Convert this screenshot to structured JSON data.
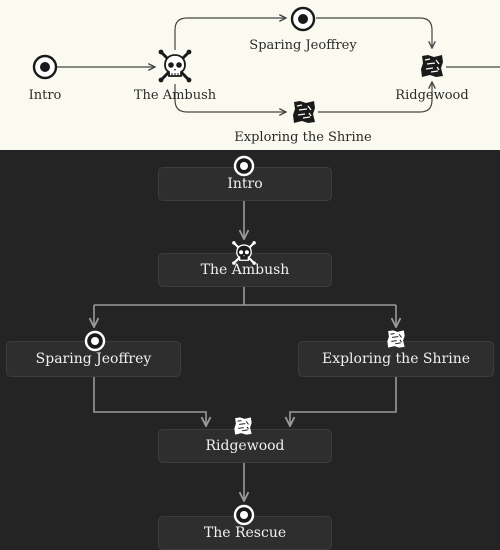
{
  "top_flow": {
    "nodes": {
      "intro": {
        "label": "Intro",
        "icon": "target-icon"
      },
      "ambush": {
        "label": "The Ambush",
        "icon": "skull-crossbones-icon"
      },
      "sparing": {
        "label": "Sparing Jeoffrey",
        "icon": "target-icon"
      },
      "shrine": {
        "label": "Exploring the Shrine",
        "icon": "map-icon"
      },
      "ridgewood": {
        "label": "Ridgewood",
        "icon": "map-icon"
      }
    }
  },
  "bottom_flow": {
    "nodes": {
      "intro": {
        "label": "Intro",
        "icon": "target-icon"
      },
      "ambush": {
        "label": "The Ambush",
        "icon": "skull-crossbones-icon"
      },
      "sparing": {
        "label": "Sparing Jeoffrey",
        "icon": "target-icon"
      },
      "shrine": {
        "label": "Exploring the Shrine",
        "icon": "map-icon"
      },
      "ridgewood": {
        "label": "Ridgewood",
        "icon": "map-icon"
      },
      "rescue": {
        "label": "The Rescue",
        "icon": "target-icon"
      }
    }
  },
  "colors": {
    "top_background": "#fbfaf0",
    "bottom_background": "#242424",
    "box_fill": "#2e2e2e",
    "connector_light": "#444444",
    "connector_dark": "#9a9a9a"
  }
}
